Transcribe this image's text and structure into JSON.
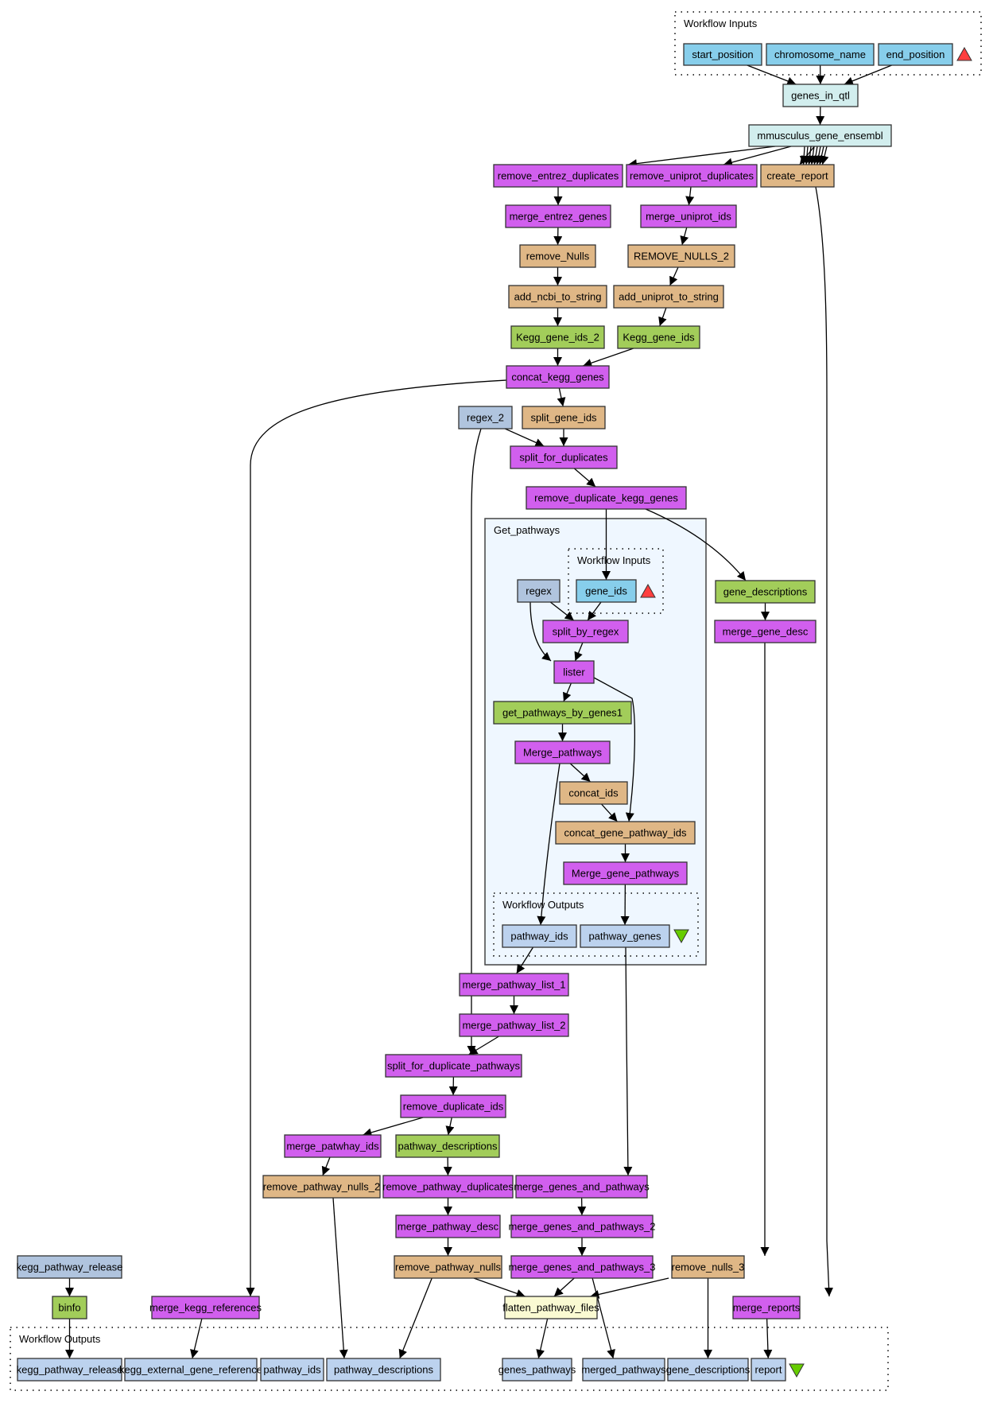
{
  "diagram": {
    "type": "taverna-workflow",
    "colors": {
      "input_port": "#87ceeb",
      "output_port": "#bcd2ee",
      "beanshell": "#dfb786",
      "local_worker": "#d15fee",
      "soap_service": "#a2cd5a",
      "string_constant": "#b0c4de",
      "biomart": "#d2eeee",
      "merge": "#fafad2",
      "input_marker": "#ff3f3f",
      "output_marker": "#66cd00"
    },
    "clusters": [
      {
        "id": "wf_inputs",
        "label": "Workflow Inputs"
      },
      {
        "id": "get_pathways",
        "label": "Get_pathways"
      },
      {
        "id": "gp_inputs",
        "label": "Workflow Inputs"
      },
      {
        "id": "gp_outputs",
        "label": "Workflow Outputs"
      },
      {
        "id": "wf_outputs",
        "label": "Workflow Outputs"
      }
    ],
    "nodes": [
      {
        "id": "start_position",
        "label": "start_position",
        "kind": "input_port"
      },
      {
        "id": "chromosome_name",
        "label": "chromosome_name",
        "kind": "input_port"
      },
      {
        "id": "end_position",
        "label": "end_position",
        "kind": "input_port"
      },
      {
        "id": "genes_in_qtl",
        "label": "genes_in_qtl",
        "kind": "biomart"
      },
      {
        "id": "mmusculus_gene_ensembl",
        "label": "mmusculus_gene_ensembl",
        "kind": "biomart"
      },
      {
        "id": "remove_entrez_duplicates",
        "label": "remove_entrez_duplicates",
        "kind": "local_worker"
      },
      {
        "id": "remove_uniprot_duplicates",
        "label": "remove_uniprot_duplicates",
        "kind": "local_worker"
      },
      {
        "id": "create_report",
        "label": "create_report",
        "kind": "beanshell"
      },
      {
        "id": "merge_entrez_genes",
        "label": "merge_entrez_genes",
        "kind": "local_worker"
      },
      {
        "id": "merge_uniprot_ids",
        "label": "merge_uniprot_ids",
        "kind": "local_worker"
      },
      {
        "id": "remove_Nulls",
        "label": "remove_Nulls",
        "kind": "beanshell"
      },
      {
        "id": "REMOVE_NULLS_2",
        "label": "REMOVE_NULLS_2",
        "kind": "beanshell"
      },
      {
        "id": "add_ncbi_to_string",
        "label": "add_ncbi_to_string",
        "kind": "beanshell"
      },
      {
        "id": "add_uniprot_to_string",
        "label": "add_uniprot_to_string",
        "kind": "beanshell"
      },
      {
        "id": "Kegg_gene_ids_2",
        "label": "Kegg_gene_ids_2",
        "kind": "soap_service"
      },
      {
        "id": "Kegg_gene_ids",
        "label": "Kegg_gene_ids",
        "kind": "soap_service"
      },
      {
        "id": "concat_kegg_genes",
        "label": "concat_kegg_genes",
        "kind": "local_worker"
      },
      {
        "id": "regex_2",
        "label": "regex_2",
        "kind": "string_constant"
      },
      {
        "id": "split_gene_ids",
        "label": "split_gene_ids",
        "kind": "beanshell"
      },
      {
        "id": "split_for_duplicates",
        "label": "split_for_duplicates",
        "kind": "local_worker"
      },
      {
        "id": "remove_duplicate_kegg_genes",
        "label": "remove_duplicate_kegg_genes",
        "kind": "local_worker"
      },
      {
        "id": "regex",
        "label": "regex",
        "kind": "string_constant"
      },
      {
        "id": "gene_ids",
        "label": "gene_ids",
        "kind": "input_port"
      },
      {
        "id": "split_by_regex",
        "label": "split_by_regex",
        "kind": "local_worker"
      },
      {
        "id": "lister",
        "label": "lister",
        "kind": "local_worker"
      },
      {
        "id": "get_pathways_by_genes1",
        "label": "get_pathways_by_genes1",
        "kind": "soap_service"
      },
      {
        "id": "Merge_pathways",
        "label": "Merge_pathways",
        "kind": "local_worker"
      },
      {
        "id": "concat_ids",
        "label": "concat_ids",
        "kind": "beanshell"
      },
      {
        "id": "concat_gene_pathway_ids",
        "label": "concat_gene_pathway_ids",
        "kind": "beanshell"
      },
      {
        "id": "Merge_gene_pathways",
        "label": "Merge_gene_pathways",
        "kind": "local_worker"
      },
      {
        "id": "gp_pathway_ids",
        "label": "pathway_ids",
        "kind": "output_port"
      },
      {
        "id": "gp_pathway_genes",
        "label": "pathway_genes",
        "kind": "output_port"
      },
      {
        "id": "gene_descriptions_svc",
        "label": "gene_descriptions",
        "kind": "soap_service"
      },
      {
        "id": "merge_gene_desc",
        "label": "merge_gene_desc",
        "kind": "local_worker"
      },
      {
        "id": "merge_pathway_list_1",
        "label": "merge_pathway_list_1",
        "kind": "local_worker"
      },
      {
        "id": "merge_pathway_list_2",
        "label": "merge_pathway_list_2",
        "kind": "local_worker"
      },
      {
        "id": "split_for_duplicate_pathways",
        "label": "split_for_duplicate_pathways",
        "kind": "local_worker"
      },
      {
        "id": "remove_duplicate_ids",
        "label": "remove_duplicate_ids",
        "kind": "local_worker"
      },
      {
        "id": "merge_patwhay_ids",
        "label": "merge_patwhay_ids",
        "kind": "local_worker"
      },
      {
        "id": "pathway_descriptions_svc",
        "label": "pathway_descriptions",
        "kind": "soap_service"
      },
      {
        "id": "remove_pathway_nulls_2",
        "label": "remove_pathway_nulls_2",
        "kind": "beanshell"
      },
      {
        "id": "remove_pathway_duplicates",
        "label": "remove_pathway_duplicates",
        "kind": "local_worker"
      },
      {
        "id": "merge_genes_and_pathways",
        "label": "merge_genes_and_pathways",
        "kind": "local_worker"
      },
      {
        "id": "merge_pathway_desc",
        "label": "merge_pathway_desc",
        "kind": "local_worker"
      },
      {
        "id": "merge_genes_and_pathways_2",
        "label": "merge_genes_and_pathways_2",
        "kind": "local_worker"
      },
      {
        "id": "remove_pathway_nulls",
        "label": "remove_pathway_nulls",
        "kind": "beanshell"
      },
      {
        "id": "merge_genes_and_pathways_3",
        "label": "merge_genes_and_pathways_3",
        "kind": "local_worker"
      },
      {
        "id": "remove_nulls_3",
        "label": "remove_nulls_3",
        "kind": "beanshell"
      },
      {
        "id": "kegg_pathway_release_const",
        "label": "kegg_pathway_release",
        "kind": "string_constant"
      },
      {
        "id": "binfo",
        "label": "binfo",
        "kind": "soap_service"
      },
      {
        "id": "merge_kegg_references",
        "label": "merge_kegg_references",
        "kind": "local_worker"
      },
      {
        "id": "flatten_pathway_files",
        "label": "flatten_pathway_files",
        "kind": "merge"
      },
      {
        "id": "merge_reports",
        "label": "merge_reports",
        "kind": "local_worker"
      },
      {
        "id": "out_kegg_pathway_release",
        "label": "kegg_pathway_release",
        "kind": "output_port"
      },
      {
        "id": "out_kegg_external_gene_reference",
        "label": "kegg_external_gene_reference",
        "kind": "output_port"
      },
      {
        "id": "out_pathway_ids",
        "label": "pathway_ids",
        "kind": "output_port"
      },
      {
        "id": "out_pathway_descriptions",
        "label": "pathway_descriptions",
        "kind": "output_port"
      },
      {
        "id": "out_genes_pathways",
        "label": "genes_pathways",
        "kind": "output_port"
      },
      {
        "id": "out_merged_pathways",
        "label": "merged_pathways",
        "kind": "output_port"
      },
      {
        "id": "out_gene_descriptions",
        "label": "gene_descriptions",
        "kind": "output_port"
      },
      {
        "id": "out_report",
        "label": "report",
        "kind": "output_port"
      }
    ],
    "edges": [
      [
        "start_position",
        "genes_in_qtl"
      ],
      [
        "chromosome_name",
        "genes_in_qtl"
      ],
      [
        "end_position",
        "genes_in_qtl"
      ],
      [
        "genes_in_qtl",
        "mmusculus_gene_ensembl"
      ],
      [
        "mmusculus_gene_ensembl",
        "remove_entrez_duplicates"
      ],
      [
        "mmusculus_gene_ensembl",
        "remove_uniprot_duplicates"
      ],
      [
        "mmusculus_gene_ensembl",
        "create_report"
      ],
      [
        "remove_entrez_duplicates",
        "merge_entrez_genes"
      ],
      [
        "remove_uniprot_duplicates",
        "merge_uniprot_ids"
      ],
      [
        "merge_entrez_genes",
        "remove_Nulls"
      ],
      [
        "merge_uniprot_ids",
        "REMOVE_NULLS_2"
      ],
      [
        "remove_Nulls",
        "add_ncbi_to_string"
      ],
      [
        "REMOVE_NULLS_2",
        "add_uniprot_to_string"
      ],
      [
        "add_ncbi_to_string",
        "Kegg_gene_ids_2"
      ],
      [
        "add_uniprot_to_string",
        "Kegg_gene_ids"
      ],
      [
        "Kegg_gene_ids_2",
        "concat_kegg_genes"
      ],
      [
        "Kegg_gene_ids",
        "concat_kegg_genes"
      ],
      [
        "concat_kegg_genes",
        "split_gene_ids"
      ],
      [
        "concat_kegg_genes",
        "merge_kegg_references"
      ],
      [
        "regex_2",
        "split_for_duplicates"
      ],
      [
        "regex_2",
        "split_for_duplicate_pathways"
      ],
      [
        "split_gene_ids",
        "split_for_duplicates"
      ],
      [
        "split_for_duplicates",
        "remove_duplicate_kegg_genes"
      ],
      [
        "remove_duplicate_kegg_genes",
        "gene_ids"
      ],
      [
        "remove_duplicate_kegg_genes",
        "gene_descriptions_svc"
      ],
      [
        "regex",
        "split_by_regex"
      ],
      [
        "regex",
        "lister"
      ],
      [
        "gene_ids",
        "split_by_regex"
      ],
      [
        "split_by_regex",
        "lister"
      ],
      [
        "lister",
        "get_pathways_by_genes1"
      ],
      [
        "lister",
        "concat_gene_pathway_ids"
      ],
      [
        "get_pathways_by_genes1",
        "Merge_pathways"
      ],
      [
        "Merge_pathways",
        "concat_ids"
      ],
      [
        "Merge_pathways",
        "gp_pathway_ids"
      ],
      [
        "concat_ids",
        "concat_gene_pathway_ids"
      ],
      [
        "concat_gene_pathway_ids",
        "Merge_gene_pathways"
      ],
      [
        "Merge_gene_pathways",
        "gp_pathway_genes"
      ],
      [
        "gp_pathway_ids",
        "merge_pathway_list_1"
      ],
      [
        "gp_pathway_genes",
        "merge_genes_and_pathways"
      ],
      [
        "gene_descriptions_svc",
        "merge_gene_desc"
      ],
      [
        "merge_gene_desc",
        "remove_nulls_3"
      ],
      [
        "merge_pathway_list_1",
        "merge_pathway_list_2"
      ],
      [
        "merge_pathway_list_2",
        "split_for_duplicate_pathways"
      ],
      [
        "split_for_duplicate_pathways",
        "remove_duplicate_ids"
      ],
      [
        "remove_duplicate_ids",
        "merge_patwhay_ids"
      ],
      [
        "remove_duplicate_ids",
        "pathway_descriptions_svc"
      ],
      [
        "merge_patwhay_ids",
        "remove_pathway_nulls_2"
      ],
      [
        "pathway_descriptions_svc",
        "remove_pathway_duplicates"
      ],
      [
        "remove_pathway_duplicates",
        "merge_pathway_desc"
      ],
      [
        "merge_pathway_desc",
        "remove_pathway_nulls"
      ],
      [
        "merge_genes_and_pathways",
        "merge_genes_and_pathways_2"
      ],
      [
        "merge_genes_and_pathways_2",
        "merge_genes_and_pathways_3"
      ],
      [
        "remove_pathway_nulls",
        "flatten_pathway_files"
      ],
      [
        "merge_genes_and_pathways_3",
        "flatten_pathway_files"
      ],
      [
        "remove_nulls_3",
        "flatten_pathway_files"
      ],
      [
        "remove_pathway_nulls",
        "out_pathway_descriptions"
      ],
      [
        "merge_genes_and_pathways_3",
        "out_merged_pathways"
      ],
      [
        "remove_nulls_3",
        "out_gene_descriptions"
      ],
      [
        "create_report",
        "merge_reports"
      ],
      [
        "merge_reports",
        "out_report"
      ],
      [
        "flatten_pathway_files",
        "out_genes_pathways"
      ],
      [
        "remove_pathway_nulls_2",
        "out_pathway_ids"
      ],
      [
        "merge_kegg_references",
        "out_kegg_external_gene_reference"
      ],
      [
        "kegg_pathway_release_const",
        "binfo"
      ],
      [
        "binfo",
        "out_kegg_pathway_release"
      ]
    ]
  }
}
